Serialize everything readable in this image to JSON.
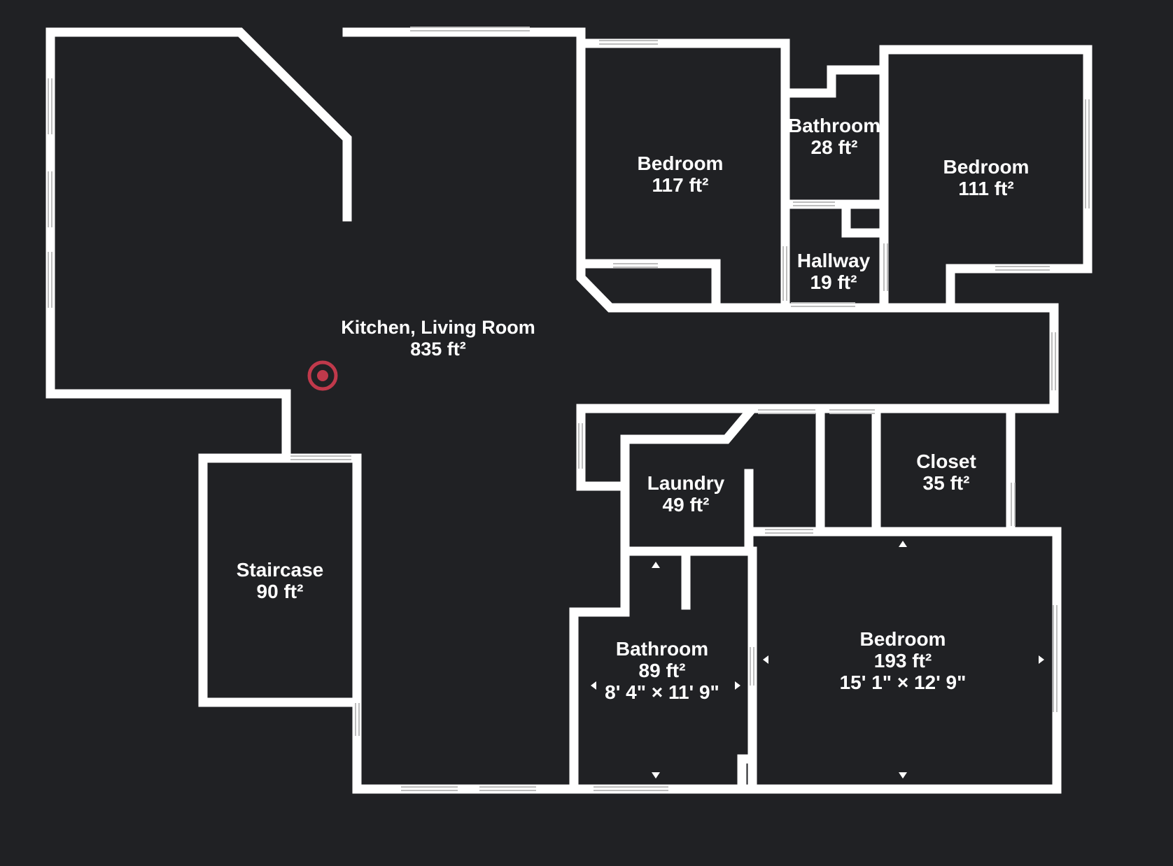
{
  "colors": {
    "background": "#202124",
    "walls": "#ffffff",
    "room_fill": "#202124",
    "marker": "#c0394b"
  },
  "rooms": [
    {
      "name": "Kitchen, Living Room",
      "area": "835 ft²"
    },
    {
      "name": "Bedroom",
      "area": "117 ft²"
    },
    {
      "name": "Bathroom",
      "area": "28 ft²"
    },
    {
      "name": "Bedroom",
      "area": "111 ft²"
    },
    {
      "name": "Hallway",
      "area": "19 ft²"
    },
    {
      "name": "Laundry",
      "area": "49 ft²"
    },
    {
      "name": "Closet",
      "area": "35 ft²"
    },
    {
      "name": "Staircase",
      "area": "90 ft²"
    },
    {
      "name": "Bathroom",
      "area": "89 ft²",
      "dims": "8' 4\" × 11' 9\""
    },
    {
      "name": "Bedroom",
      "area": "193 ft²",
      "dims": "15' 1\" × 12' 9\""
    }
  ],
  "marker": {
    "icon": "location-target-icon"
  }
}
